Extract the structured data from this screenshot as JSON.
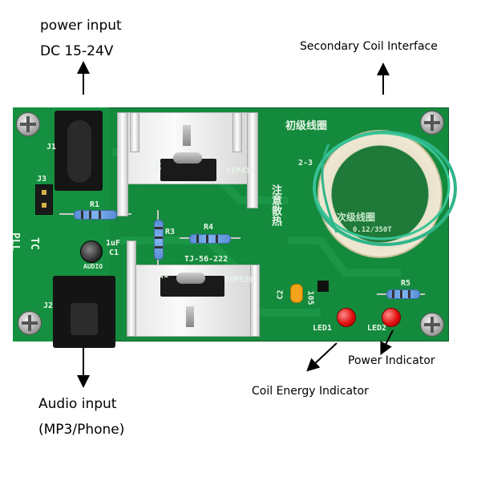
{
  "labels": {
    "power_input_line1": "power input",
    "power_input_line2": "DC 15-24V",
    "secondary_coil": "Secondary Coil Interface",
    "audio_input_line1": "Audio input",
    "audio_input_line2": "(MP3/Phone)",
    "power_indicator": "Power Indicator",
    "coil_energy_indicator": "Coil Energy Indicator"
  },
  "silkscreen": {
    "j1": "J1",
    "j2": "J2",
    "j3": "J3",
    "r1": "R1",
    "r3": "R3",
    "r4": "R4",
    "r5": "R5",
    "c1": "C1",
    "c1_value": "1uF",
    "c2": "C2",
    "q1": "Q1",
    "q2": "Q2",
    "led1": "LED1",
    "led2": "LED2",
    "pll": "PLL",
    "tc": "TC",
    "tip": "TIP41",
    "irf": "IRF530",
    "model": "TJ-56-222",
    "primary_coil": "初级线圈",
    "secondary_coil_cn": "次级线圈",
    "coil_spec": "0.12/350T",
    "coil_pin": "2-3",
    "note_cn": "注意散热",
    "audio_cn": "AUDIO",
    "c2_value": "105"
  },
  "colors": {
    "board": "#148a3c",
    "silk": "#e8f5e8",
    "led": "#e01010",
    "coil_wire": "#2fb58a"
  }
}
